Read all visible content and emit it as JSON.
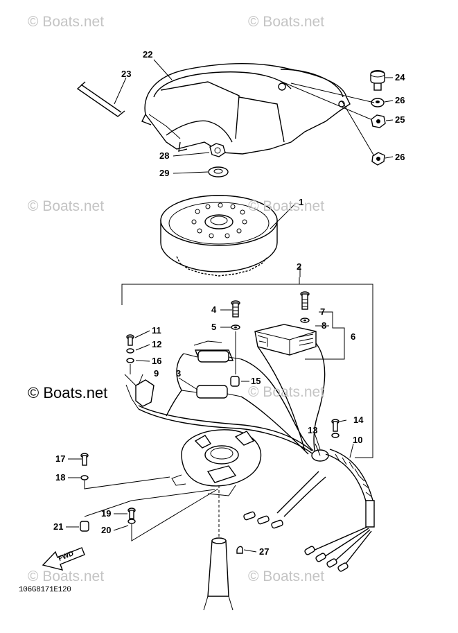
{
  "watermarks": {
    "top_left": "© Boats.net",
    "top_right": "© Boats.net",
    "mid_left": "© Boats.net",
    "mid_right": "© Boats.net",
    "left_dark": "© Boats.net",
    "center_mid": "© Boats.net",
    "bottom_left": "© Boats.net",
    "bottom_right": "© Boats.net"
  },
  "callouts": {
    "c1": "1",
    "c2": "2",
    "c3": "3",
    "c4": "4",
    "c5": "5",
    "c6": "6",
    "c7": "7",
    "c8": "8",
    "c9": "9",
    "c10": "10",
    "c11": "11",
    "c12": "12",
    "c13": "13",
    "c14": "14",
    "c15": "15",
    "c16": "16",
    "c17": "17",
    "c18": "18",
    "c19": "19",
    "c20": "20",
    "c21": "21",
    "c22": "22",
    "c23": "23",
    "c24": "24",
    "c25": "25",
    "c26a": "26",
    "c26b": "26",
    "c27": "27",
    "c28": "28",
    "c29": "29"
  },
  "fwd_label": "FWD",
  "drawing_code": "106G8171E120"
}
